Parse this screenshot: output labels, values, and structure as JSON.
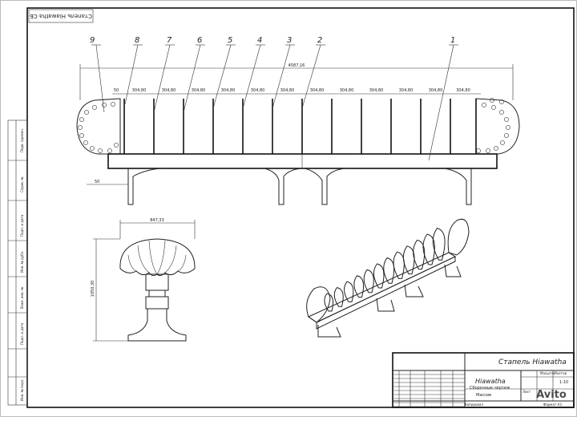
{
  "sheet": {
    "corner_stamp": "Стапель Hiawatha СБ",
    "title_block": {
      "title": "Стапель Hiawatha",
      "name": "Hiawatha",
      "subtitle": "Сборочные чертеж",
      "material_label": "Массив",
      "scale_label": "Масштаб",
      "scale": "1:10",
      "sheet_label": "Лист",
      "sheets_label": "Листов",
      "copied_label": "Копировал",
      "format_label": "Формат А3"
    },
    "left_strip": [
      "Перв. примен.",
      "Справ. №",
      "Подп. и дата",
      "Инв. № дубл.",
      "Взам. инв. №",
      "Подп. и дата",
      "Инв. № подл."
    ]
  },
  "front_view": {
    "callouts": [
      "9",
      "8",
      "7",
      "6",
      "5",
      "4",
      "3",
      "2",
      "1"
    ],
    "overall_dim": "4587,16",
    "first_gap": "50",
    "spacing_label": "304,80",
    "base_offset": "50"
  },
  "side_view": {
    "width_dim": "847,33",
    "height_dim": "1050,30"
  },
  "watermark": "Avito"
}
